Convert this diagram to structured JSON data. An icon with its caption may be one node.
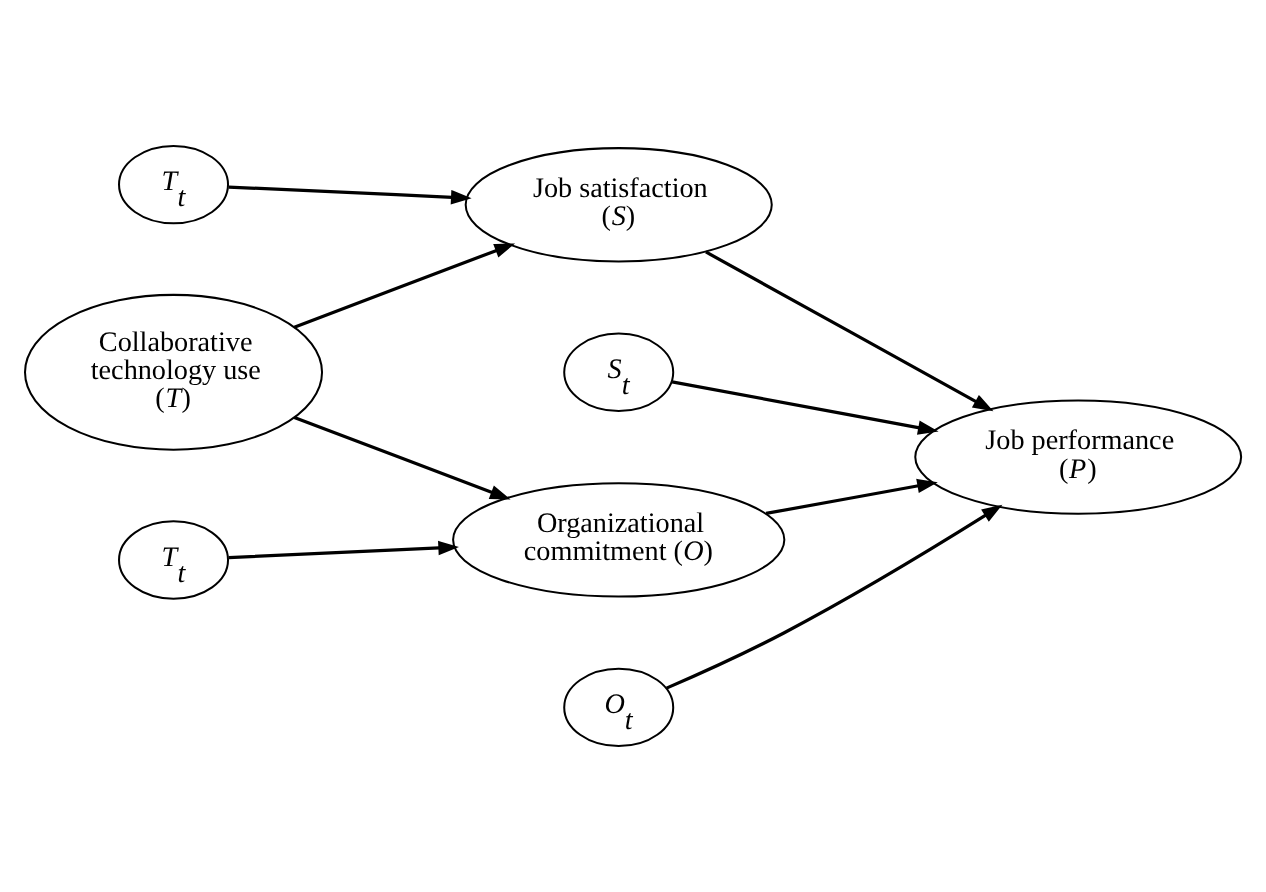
{
  "diagram": {
    "nodes": [
      {
        "text": [
          "*T*$_{t}$"
        ]
      },
      {
        "text": [
          "Job satisfaction (*S*)"
        ]
      },
      {
        "text": [
          "*S*$_{t}$"
        ]
      },
      {
        "text": [
          "Collaborative technology use (*T*)"
        ]
      },
      {
        "text": [
          "Job performance (*P*)"
        ]
      },
      {
        "text": [
          "Organizational commitment (*O*)"
        ]
      },
      {
        "text": [
          "*O*$_{t}$"
        ]
      },
      {
        "text": [
          "*T*$_{t}$"
        ]
      }
    ],
    "edges": [
      {
        "from": 0,
        "to": 1,
        "arrow": "to"
      },
      {
        "from": 3,
        "to": 1,
        "arrow": "to"
      },
      {
        "from": 1,
        "to": 4,
        "arrow": "to"
      },
      {
        "from": 2,
        "to": 4,
        "arrow": "to"
      },
      {
        "from": 3,
        "to": 5,
        "arrow": "to"
      },
      {
        "from": 5,
        "to": 4,
        "arrow": "to"
      },
      {
        "from": 6,
        "to": 4,
        "arrow": "to"
      },
      {
        "from": 7,
        "to": 5,
        "arrow": "to"
      }
    ]
  }
}
